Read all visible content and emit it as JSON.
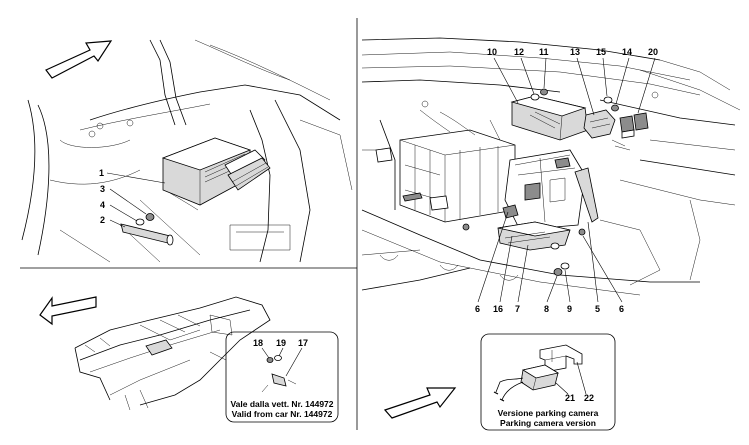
{
  "callouts": {
    "c1": "1",
    "c2": "2",
    "c3": "3",
    "c4": "4",
    "c5": "5",
    "c6a": "6",
    "c6b": "6",
    "c7": "7",
    "c8": "8",
    "c9": "9",
    "c10": "10",
    "c11": "11",
    "c12": "12",
    "c13": "13",
    "c14": "14",
    "c15": "15",
    "c16": "16",
    "c17": "17",
    "c18": "18",
    "c19": "19",
    "c20": "20",
    "c21": "21",
    "c22": "22"
  },
  "notes": {
    "valid_it": "Vale dalla vett. Nr. 144972",
    "valid_en": "Valid from car Nr. 144972",
    "camera_it": "Versione parking camera",
    "camera_en": "Parking camera version"
  }
}
